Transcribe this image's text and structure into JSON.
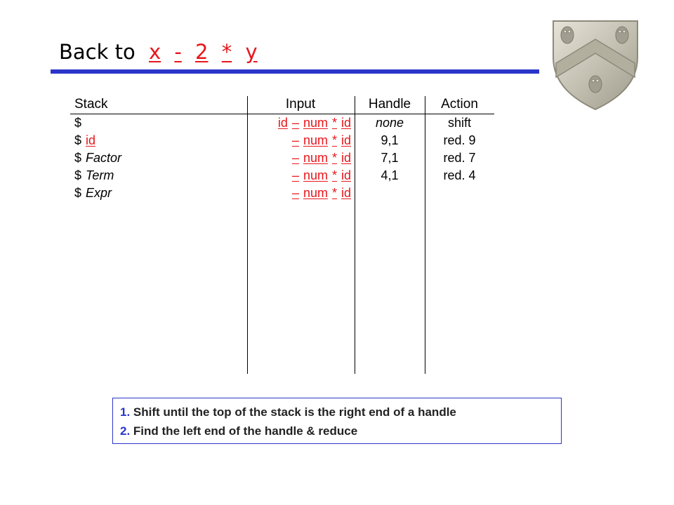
{
  "title": {
    "prefix": "Back to",
    "tokens": [
      "x",
      "-",
      "2",
      "*",
      "y"
    ]
  },
  "table": {
    "headers": {
      "stack": "Stack",
      "input": "Input",
      "handle": "Handle",
      "action": "Action"
    },
    "rows": [
      {
        "stack_dollar": "$",
        "stack_sym": "",
        "input": [
          "id",
          "–",
          "num",
          "*",
          "id"
        ],
        "handle": "none",
        "action": "shift"
      },
      {
        "stack_dollar": "$",
        "stack_sym": "id",
        "input": [
          "–",
          "num",
          "*",
          "id"
        ],
        "handle": "9,1",
        "action": "red. 9"
      },
      {
        "stack_dollar": "$",
        "stack_sym": "Factor",
        "input": [
          "–",
          "num",
          "*",
          "id"
        ],
        "handle": "7,1",
        "action": "red. 7"
      },
      {
        "stack_dollar": "$",
        "stack_sym": "Term",
        "input": [
          "–",
          "num",
          "*",
          "id"
        ],
        "handle": "4,1",
        "action": "red. 4"
      },
      {
        "stack_dollar": "$",
        "stack_sym": "Expr",
        "input": [
          "–",
          "num",
          "*",
          "id"
        ],
        "handle": "",
        "action": ""
      }
    ]
  },
  "notes": [
    {
      "num": "1.",
      "text": "Shift until the top of the stack is the right end of a handle"
    },
    {
      "num": "2.",
      "text": "Find the left end of the handle & reduce"
    }
  ],
  "colors": {
    "accent": "#e8161b",
    "rule": "#2b35c9"
  },
  "icons": {
    "crest": "university-crest-icon"
  }
}
